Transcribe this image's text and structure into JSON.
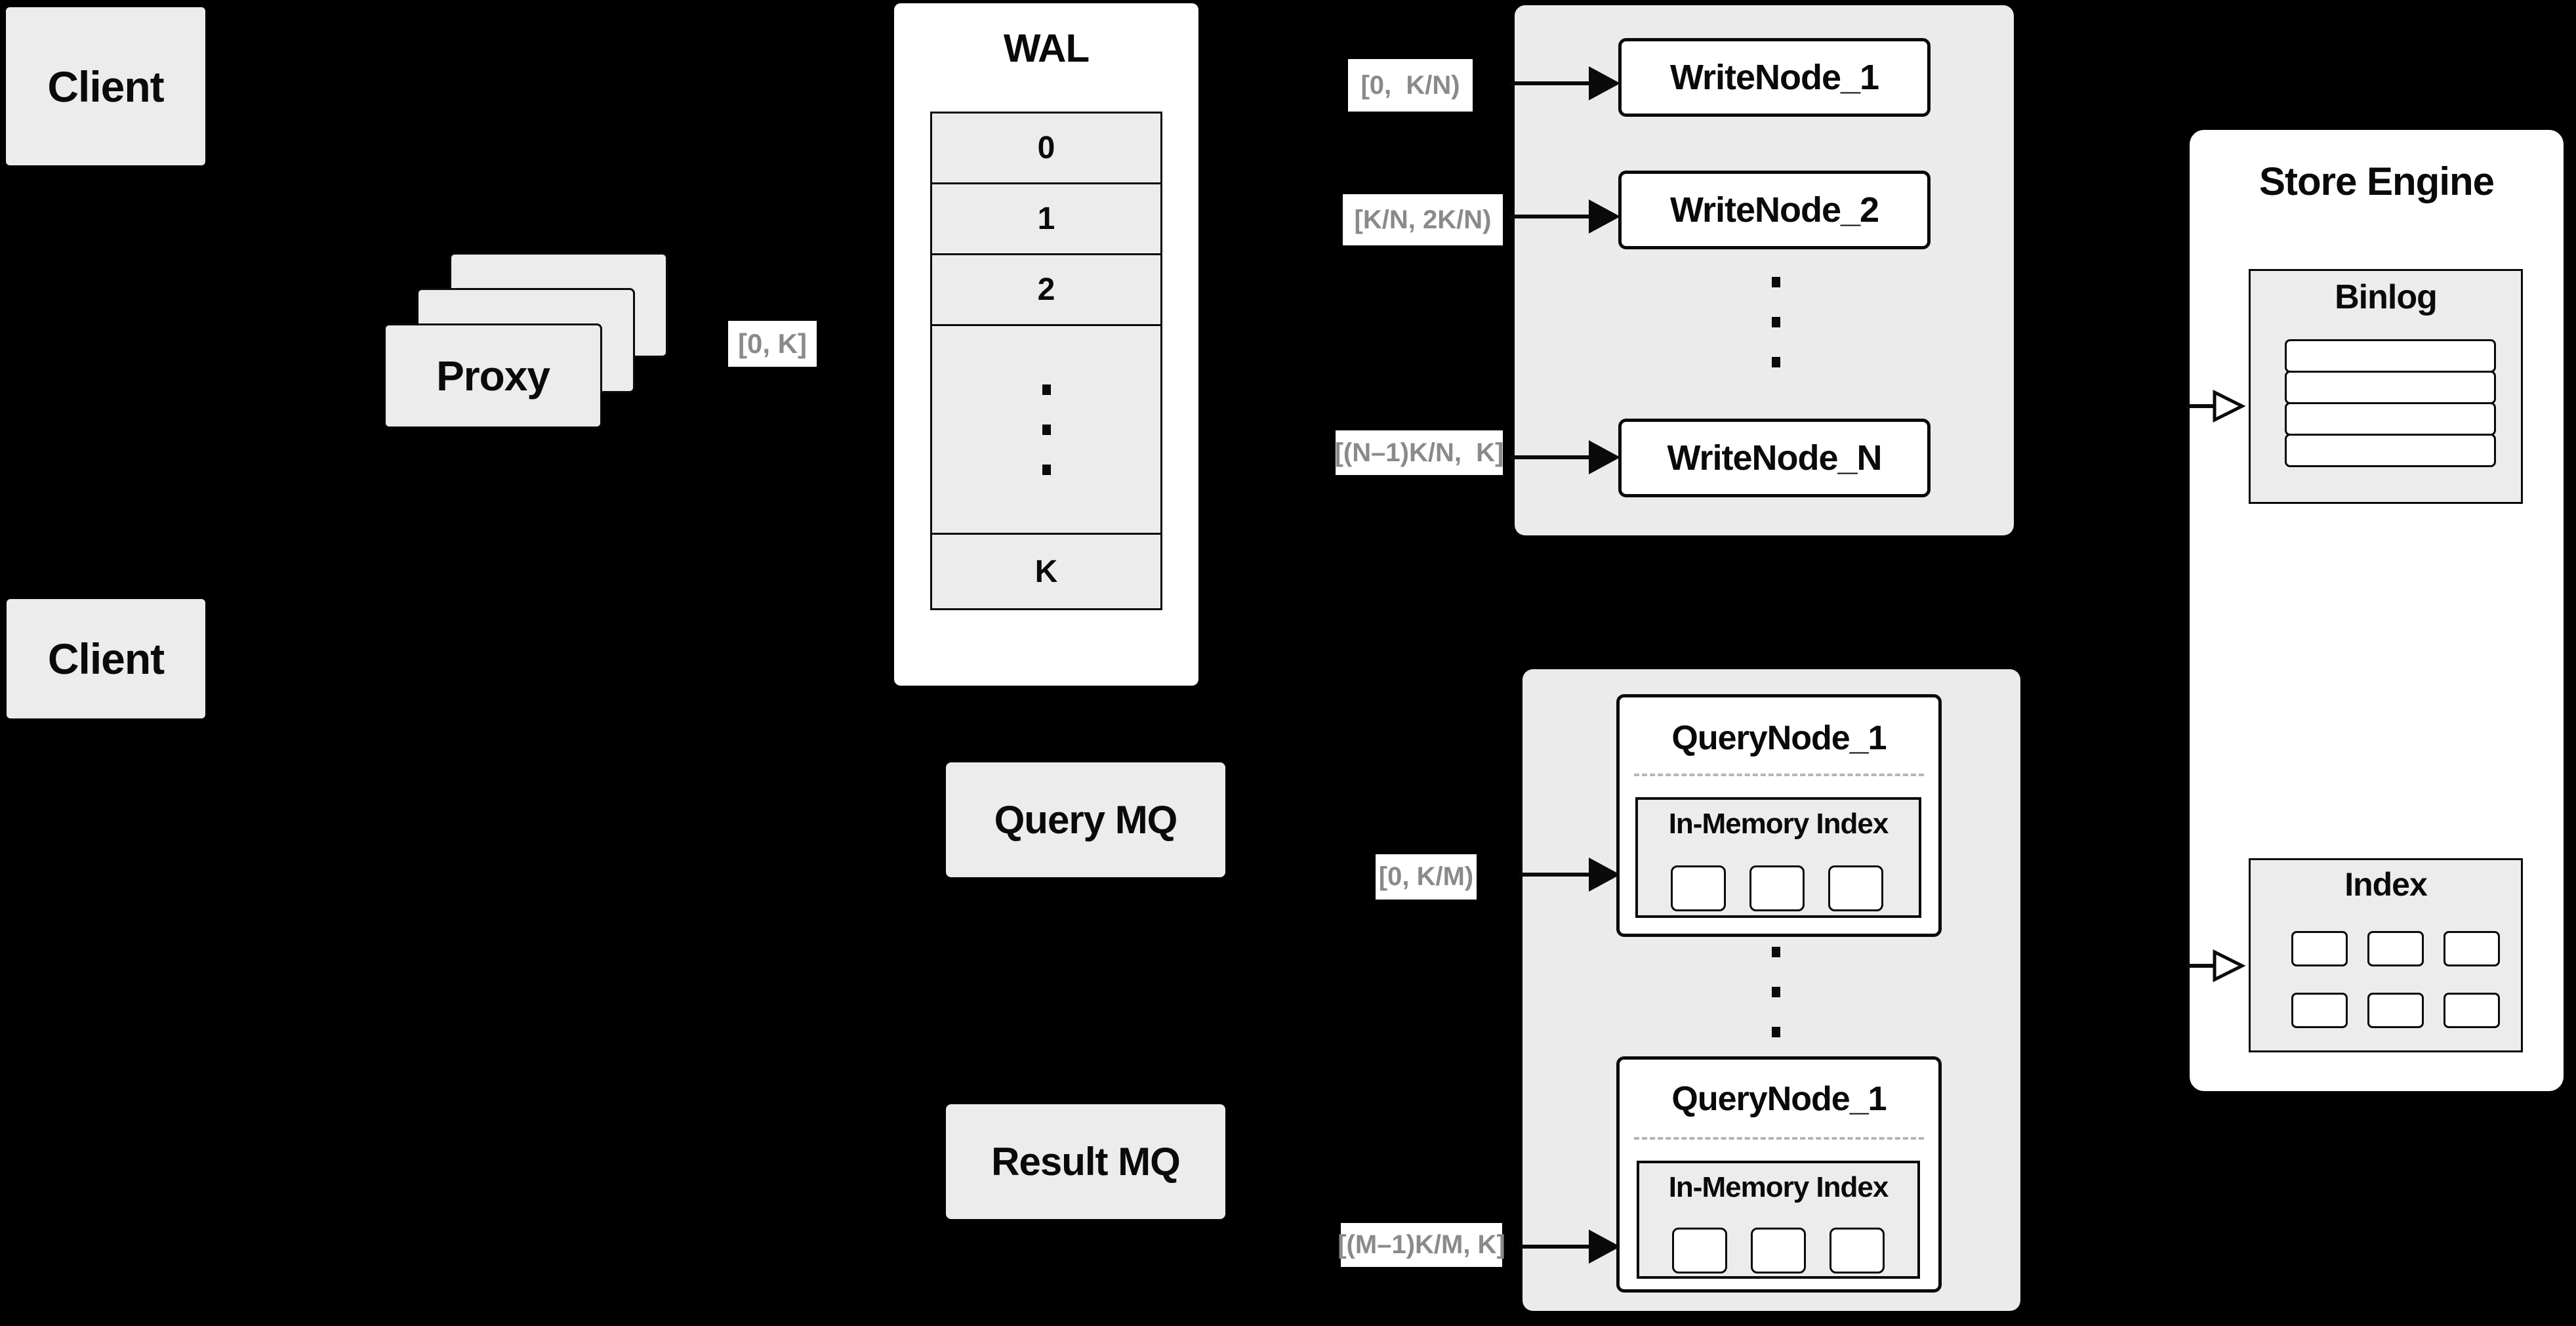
{
  "colors": {
    "background": "#000000",
    "panel": "#ebebeb",
    "box_gray": "#ececec",
    "box_white": "#ffffff",
    "line": "#111111",
    "range_text": "#8a8a8a"
  },
  "clients": {
    "top": "Client",
    "bottom": "Client"
  },
  "proxy": {
    "label": "Proxy"
  },
  "ranges": {
    "proxy_out": "[0, K]",
    "write": [
      "[0,  K/N)",
      "[K/N, 2K/N)",
      "[(N–1)K/N,  K]"
    ],
    "query": [
      "[0, K/M)",
      "[(M–1)K/M, K]"
    ]
  },
  "wal": {
    "title": "WAL",
    "rows": [
      "0",
      "1",
      "2"
    ],
    "last_row": "K"
  },
  "write_nodes": [
    "WriteNode_1",
    "WriteNode_2",
    "WriteNode_N"
  ],
  "query_nodes": [
    {
      "title": "QueryNode_1",
      "inner_title": "In-Memory Index"
    },
    {
      "title": "QueryNode_1",
      "inner_title": "In-Memory Index"
    }
  ],
  "mq": {
    "query": "Query MQ",
    "result": "Result MQ"
  },
  "store_engine": {
    "title": "Store Engine",
    "binlog_title": "Binlog",
    "index_title": "Index"
  }
}
